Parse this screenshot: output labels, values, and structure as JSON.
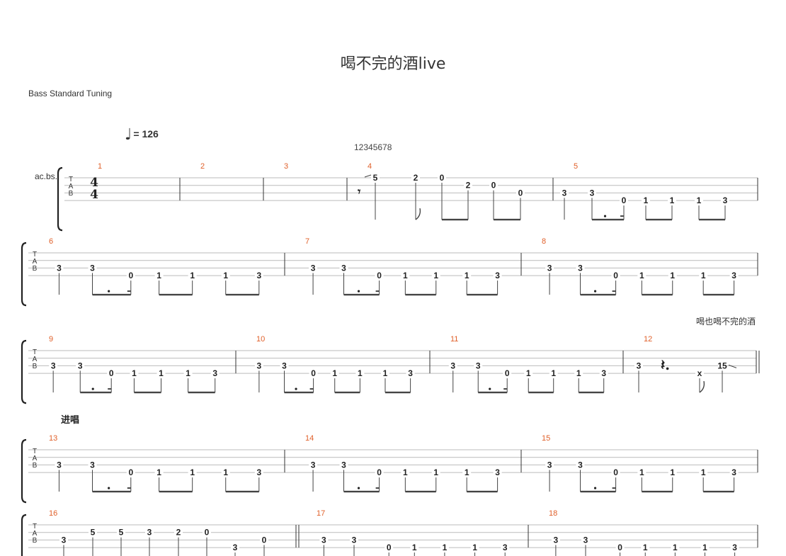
{
  "title": "喝不完的酒live",
  "tuning": "Bass Standard Tuning",
  "tempo": {
    "value": "= 126"
  },
  "marker": "12345678",
  "instrument": "ac.bs.",
  "lyric": "喝也喝不完的酒",
  "section": "进唱",
  "time_signature": "4/4",
  "colors": {
    "measure_number": "#e0602a",
    "staff_line": "#bbbbbb",
    "ink": "#222222"
  },
  "systems": [
    {
      "measures": [
        {
          "number": "1",
          "notes": []
        },
        {
          "number": "2",
          "notes": []
        },
        {
          "number": "3",
          "notes": []
        },
        {
          "number": "4",
          "notes": [
            [
              "5",
              1
            ],
            [
              "2",
              1
            ],
            [
              "0",
              1
            ],
            [
              "2",
              2
            ],
            [
              "0",
              2
            ],
            [
              "0",
              3
            ]
          ]
        },
        {
          "number": "5",
          "notes": [
            [
              "3",
              3
            ],
            [
              "3",
              3
            ],
            [
              "0",
              4
            ],
            [
              "1",
              4
            ],
            [
              "1",
              4
            ],
            [
              "1",
              4
            ],
            [
              "3",
              4
            ]
          ]
        }
      ]
    },
    {
      "measures": [
        {
          "number": "6",
          "notes": [
            [
              "3",
              3
            ],
            [
              "3",
              3
            ],
            [
              "0",
              4
            ],
            [
              "1",
              4
            ],
            [
              "1",
              4
            ],
            [
              "1",
              4
            ],
            [
              "3",
              4
            ]
          ]
        },
        {
          "number": "7",
          "notes": [
            [
              "3",
              3
            ],
            [
              "3",
              3
            ],
            [
              "0",
              4
            ],
            [
              "1",
              4
            ],
            [
              "1",
              4
            ],
            [
              "1",
              4
            ],
            [
              "3",
              4
            ]
          ]
        },
        {
          "number": "8",
          "notes": [
            [
              "3",
              3
            ],
            [
              "3",
              3
            ],
            [
              "0",
              4
            ],
            [
              "1",
              4
            ],
            [
              "1",
              4
            ],
            [
              "1",
              4
            ],
            [
              "3",
              4
            ]
          ]
        }
      ]
    },
    {
      "measures": [
        {
          "number": "9",
          "notes": [
            [
              "3",
              3
            ],
            [
              "3",
              3
            ],
            [
              "0",
              4
            ],
            [
              "1",
              4
            ],
            [
              "1",
              4
            ],
            [
              "1",
              4
            ],
            [
              "3",
              4
            ]
          ]
        },
        {
          "number": "10",
          "notes": [
            [
              "3",
              3
            ],
            [
              "3",
              3
            ],
            [
              "0",
              4
            ],
            [
              "1",
              4
            ],
            [
              "1",
              4
            ],
            [
              "1",
              4
            ],
            [
              "3",
              4
            ]
          ]
        },
        {
          "number": "11",
          "notes": [
            [
              "3",
              3
            ],
            [
              "3",
              3
            ],
            [
              "0",
              4
            ],
            [
              "1",
              4
            ],
            [
              "1",
              4
            ],
            [
              "1",
              4
            ],
            [
              "3",
              4
            ]
          ]
        },
        {
          "number": "12",
          "notes": [
            [
              "3",
              3
            ],
            [
              "x",
              4
            ],
            [
              "15",
              3
            ]
          ]
        }
      ]
    },
    {
      "measures": [
        {
          "number": "13",
          "notes": [
            [
              "3",
              3
            ],
            [
              "3",
              3
            ],
            [
              "0",
              4
            ],
            [
              "1",
              4
            ],
            [
              "1",
              4
            ],
            [
              "1",
              4
            ],
            [
              "3",
              4
            ]
          ]
        },
        {
          "number": "14",
          "notes": [
            [
              "3",
              3
            ],
            [
              "3",
              3
            ],
            [
              "0",
              4
            ],
            [
              "1",
              4
            ],
            [
              "1",
              4
            ],
            [
              "1",
              4
            ],
            [
              "3",
              4
            ]
          ]
        },
        {
          "number": "15",
          "notes": [
            [
              "3",
              3
            ],
            [
              "3",
              3
            ],
            [
              "0",
              4
            ],
            [
              "1",
              4
            ],
            [
              "1",
              4
            ],
            [
              "1",
              4
            ],
            [
              "3",
              4
            ]
          ]
        }
      ]
    },
    {
      "measures": [
        {
          "number": "16",
          "notes": [
            [
              "3",
              3
            ],
            [
              "5",
              2
            ],
            [
              "5",
              2
            ],
            [
              "3",
              2
            ],
            [
              "2",
              2
            ],
            [
              "0",
              2
            ],
            [
              "3",
              4
            ],
            [
              "0",
              3
            ]
          ]
        },
        {
          "number": "17",
          "notes": [
            [
              "3",
              3
            ],
            [
              "3",
              3
            ],
            [
              "0",
              4
            ],
            [
              "1",
              4
            ],
            [
              "1",
              4
            ],
            [
              "1",
              4
            ],
            [
              "3",
              4
            ]
          ]
        },
        {
          "number": "18",
          "notes": [
            [
              "3",
              3
            ],
            [
              "3",
              3
            ],
            [
              "0",
              4
            ],
            [
              "1",
              4
            ],
            [
              "1",
              4
            ],
            [
              "1",
              4
            ],
            [
              "3",
              4
            ]
          ]
        }
      ]
    }
  ]
}
